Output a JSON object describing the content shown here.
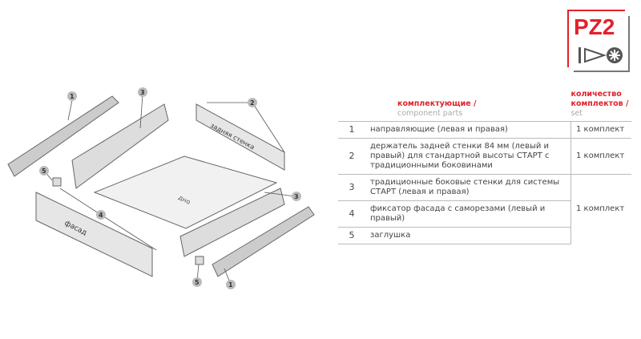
{
  "logo": {
    "text": "PZ2"
  },
  "diagram": {
    "callouts": [
      "1",
      "2",
      "3",
      "3",
      "4",
      "5",
      "5",
      "1"
    ],
    "front_label": "фасад",
    "bottom_label": "дно",
    "back_label": "задняя стенка"
  },
  "table": {
    "col_parts_ru": "комплектующие /",
    "col_parts_en": "component parts",
    "col_qty_ru1": "количество",
    "col_qty_ru2": "комплектов /",
    "col_qty_en": "set",
    "rows": [
      {
        "n": "1",
        "text": "направляющие (левая и правая)",
        "qty": "1 комплект"
      },
      {
        "n": "2",
        "text": "держатель задней стенки 84 мм (левый и правый) для стандартной высоты СТАРТ с традиционными боковинами",
        "qty": "1 комплект"
      },
      {
        "n": "3",
        "text": "традиционные боковые стенки для системы СТАРТ (левая и правая)",
        "qty": "1 комплект"
      },
      {
        "n": "4",
        "text": "фиксатор фасада с саморезами (левый и правый)"
      },
      {
        "n": "5",
        "text": "заглушка"
      }
    ]
  }
}
